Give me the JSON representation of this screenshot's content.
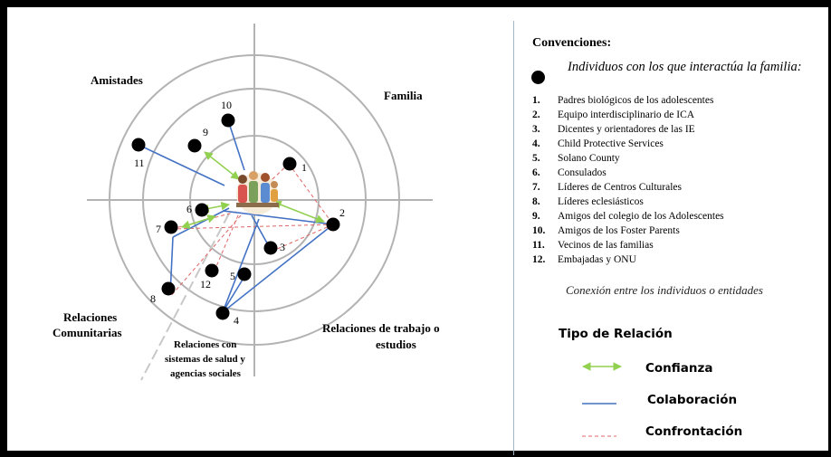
{
  "diagram": {
    "quadrants": {
      "amistades": "Amistades",
      "familia": "Familia",
      "relaciones_comunitarias": [
        "Relaciones",
        "Comunitarias"
      ],
      "relaciones_trabajo": [
        "Relaciones de trabajo o",
        "estudios"
      ],
      "relaciones_salud": [
        "Relaciones con",
        "sistemas de salud y",
        "agencias sociales"
      ]
    },
    "nodes": [
      "1",
      "2",
      "3",
      "4",
      "5",
      "6",
      "7",
      "8",
      "9",
      "10",
      "11",
      "12"
    ],
    "colors": {
      "confianza": "#92d050",
      "colaboracion": "#4472c4",
      "confrontacion": "#e06666",
      "circles": "#b3b3b3",
      "nodes": "#000000"
    },
    "center_icon": "family-group-icon"
  },
  "legend": {
    "title": "Convenciones:",
    "individuals_label": "Individuos con los que interactúa la familia:",
    "items": [
      {
        "num": "1.",
        "label": "Padres biológicos de los adolescentes"
      },
      {
        "num": "2.",
        "label": "Equipo interdisciplinario de ICA"
      },
      {
        "num": "3.",
        "label": "Dicentes y orientadores de las IE"
      },
      {
        "num": "4.",
        "label": "Child Protective Services"
      },
      {
        "num": "5.",
        "label": "Solano County"
      },
      {
        "num": "6.",
        "label": "Consulados"
      },
      {
        "num": "7.",
        "label": "Líderes de Centros Culturales"
      },
      {
        "num": "8.",
        "label": "Líderes eclesiásticos"
      },
      {
        "num": "9.",
        "label": "Amigos del colegio de los Adolescentes"
      },
      {
        "num": "10.",
        "label": "Amigos de los Foster Parents"
      },
      {
        "num": "11.",
        "label": "Vecinos de las familias"
      },
      {
        "num": "12.",
        "label": "Embajadas y ONU"
      }
    ],
    "connection_label": "Conexión entre los individuos o entidades",
    "tipo_title": "Tipo de Relación",
    "types": [
      {
        "label": "Confianza",
        "style": "double-arrow"
      },
      {
        "label": "Colaboración",
        "style": "solid"
      },
      {
        "label": "Confrontación",
        "style": "dashed"
      }
    ]
  }
}
